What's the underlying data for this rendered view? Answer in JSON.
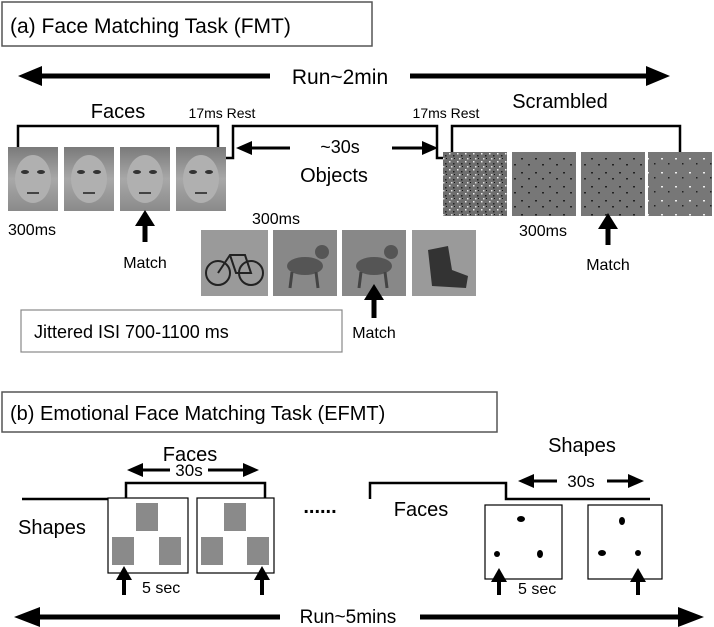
{
  "panel_a": {
    "title": "(a)  Face Matching Task (FMT)",
    "run_label": "Run~2min",
    "faces_label": "Faces",
    "rest_label_1": "17ms Rest",
    "rest_label_2": "17ms Rest",
    "scrambled_label": "Scrambled",
    "duration_label": "~30s",
    "objects_label": "Objects",
    "faces_time": "300ms",
    "objects_time": "300ms",
    "scrambled_time": "300ms",
    "match_faces": "Match",
    "match_objects": "Match",
    "match_scrambled": "Match",
    "isi_label": "Jittered ISI 700-1100 ms"
  },
  "panel_b": {
    "title": "(b)  Emotional Face Matching Task (EFMT)",
    "faces_label": "Faces",
    "faces_duration": "30s",
    "shapes_label_left": "Shapes",
    "dots": "......",
    "faces_label_right": "Faces",
    "shapes_label_right": "Shapes",
    "shapes_duration": "30s",
    "time_left": "5 sec",
    "time_right": "5 sec",
    "run_label": "Run~5mins"
  }
}
